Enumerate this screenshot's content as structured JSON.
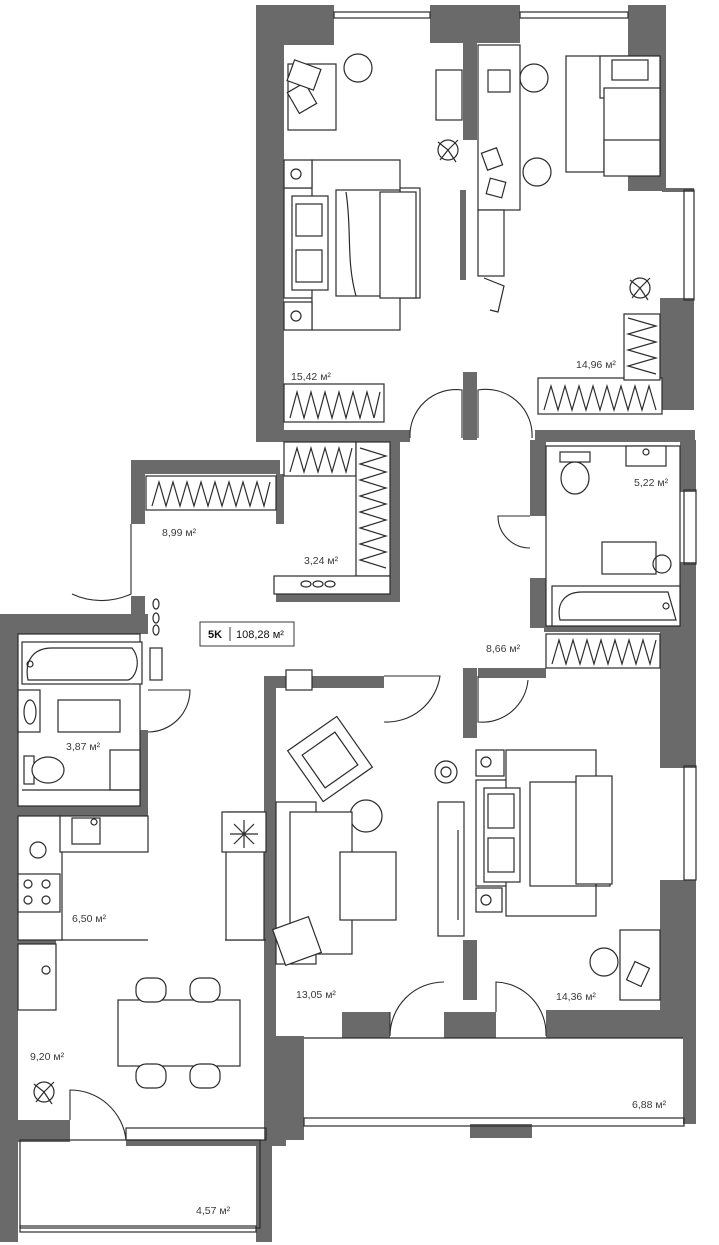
{
  "apartment": {
    "type_label": "5K",
    "total_area": "108,28 м²"
  },
  "rooms": [
    {
      "id": "bedroom-1",
      "area": "15,42 м²"
    },
    {
      "id": "bedroom-2",
      "area": "14,96 м²"
    },
    {
      "id": "bathroom-1",
      "area": "5,22 м²"
    },
    {
      "id": "hall-1",
      "area": "8,99 м²"
    },
    {
      "id": "wardrobe",
      "area": "3,24 м²"
    },
    {
      "id": "corridor",
      "area": "8,66 м²"
    },
    {
      "id": "bathroom-2",
      "area": "3,87 м²"
    },
    {
      "id": "kitchen",
      "area": "6,50 м²"
    },
    {
      "id": "living-room",
      "area": "13,05 м²"
    },
    {
      "id": "bedroom-3",
      "area": "14,36 м²"
    },
    {
      "id": "dining",
      "area": "9,20 м²"
    },
    {
      "id": "balcony-1",
      "area": "6,88 м²"
    },
    {
      "id": "balcony-2",
      "area": "4,57 м²"
    }
  ],
  "icons": [
    "bed-icon",
    "armchair-icon",
    "plant-icon",
    "desk-icon",
    "toilet-icon",
    "bathtub-icon",
    "sink-icon",
    "stove-icon",
    "dining-table-icon",
    "sofa-icon",
    "wardrobe-icon",
    "door-icon"
  ]
}
